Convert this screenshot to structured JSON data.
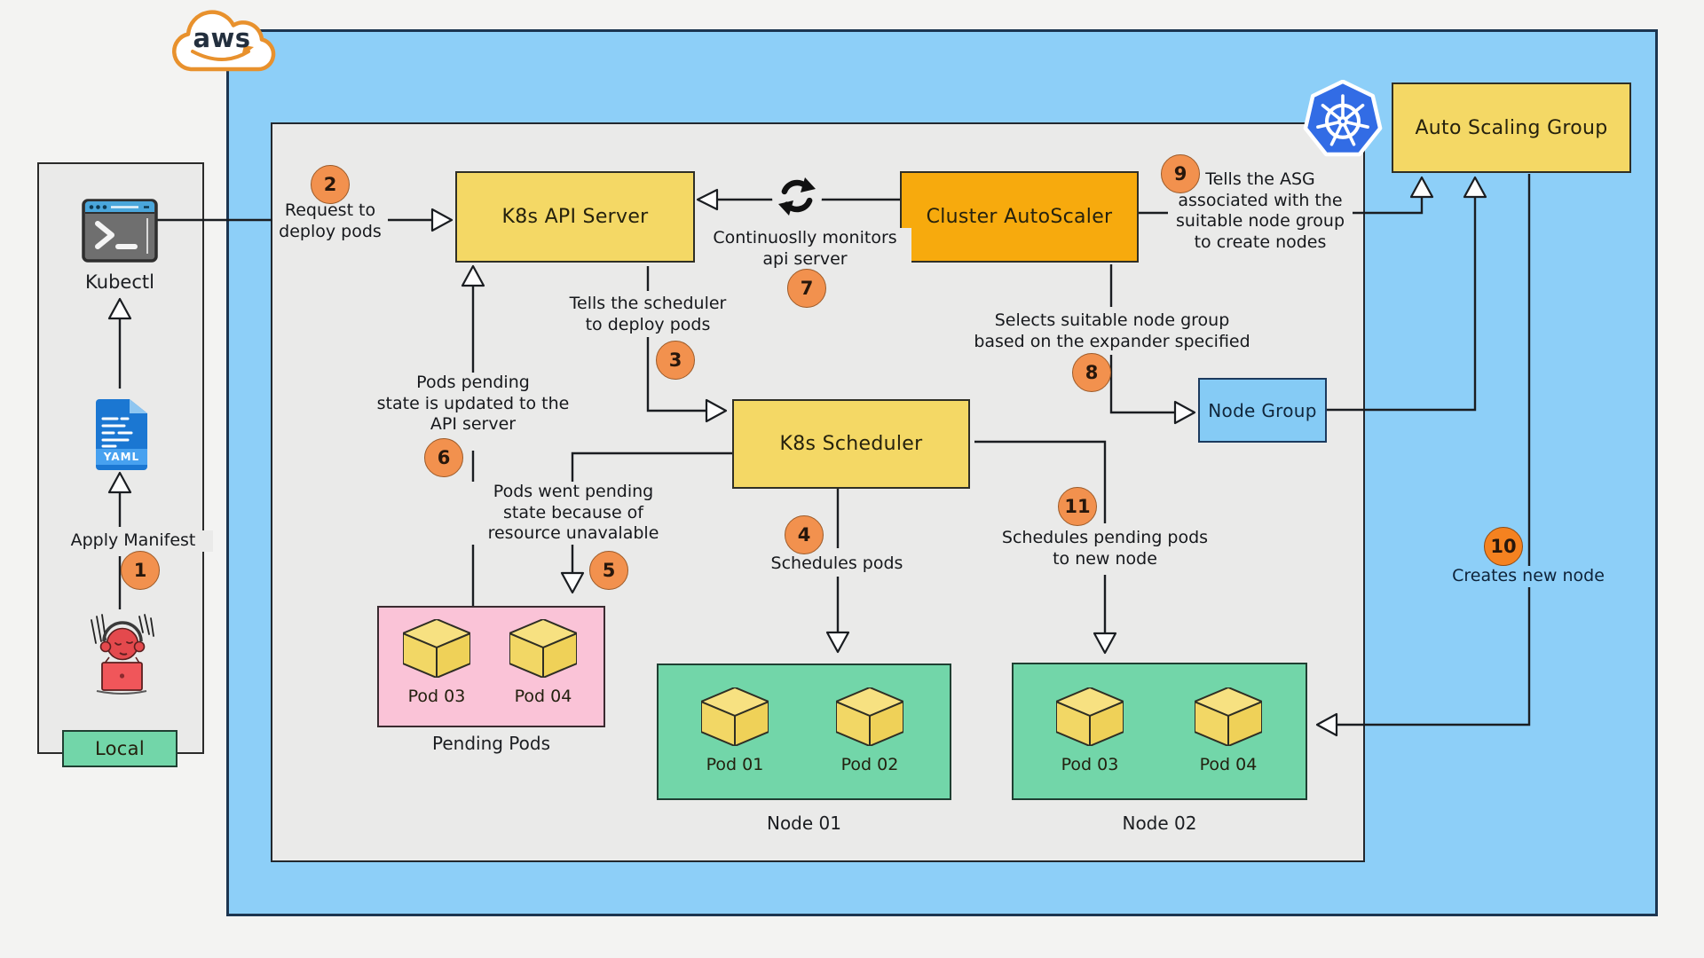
{
  "title": "Kubernetes Cluster Autoscaler on AWS",
  "colors": {
    "page_bg": "#F3F3F2",
    "region_blue": "#8DCFF8",
    "cluster_gray": "#EAEAE9",
    "box_yellow": "#F4D865",
    "box_orange": "#F7AA0D",
    "box_blue": "#85CBF5",
    "node_green": "#72D6A9",
    "pending_pink": "#FAC3D7",
    "badge_orange": "#F2914E",
    "badge_bright": "#F58220",
    "k8s_blue": "#326CE5",
    "aws_orange": "#E8912D"
  },
  "aws": {
    "label": "aws"
  },
  "boxes": {
    "api_server": "K8s API Server",
    "cluster_autoscaler": "Cluster AutoScaler",
    "scheduler": "K8s Scheduler",
    "node_group": "Node Group",
    "asg": "Auto Scaling Group",
    "pending": "Pending Pods",
    "node01": "Node 01",
    "node02": "Node 02",
    "local": "Local",
    "kubectl": "Kubectl",
    "yaml_badge": "YAML"
  },
  "pods": {
    "pending": [
      "Pod 03",
      "Pod 04"
    ],
    "node01": [
      "Pod 01",
      "Pod 02"
    ],
    "node02": [
      "Pod 03",
      "Pod 04"
    ]
  },
  "steps": {
    "1": {
      "badge": "1",
      "text": "Apply Manifest"
    },
    "2": {
      "badge": "2",
      "text": "Request to\ndeploy pods"
    },
    "3": {
      "badge": "3",
      "text": "Tells the scheduler\nto deploy pods"
    },
    "4": {
      "badge": "4",
      "text": "Schedules pods"
    },
    "5": {
      "badge": "5",
      "text": "Pods went pending\nstate because of\nresource unavalable"
    },
    "6": {
      "badge": "6",
      "text": "Pods pending\nstate is updated to the\nAPI server"
    },
    "7": {
      "badge": "7",
      "text": "Continuoslly monitors\napi server"
    },
    "8": {
      "badge": "8",
      "text": "Selects suitable node group\nbased on the expander specified"
    },
    "9": {
      "badge": "9",
      "text": "Tells the ASG\nassociated with the\nsuitable node group\nto create nodes"
    },
    "10": {
      "badge": "10",
      "text": "Creates new node"
    },
    "11": {
      "badge": "11",
      "text": "Schedules pending pods\nto new node"
    }
  }
}
